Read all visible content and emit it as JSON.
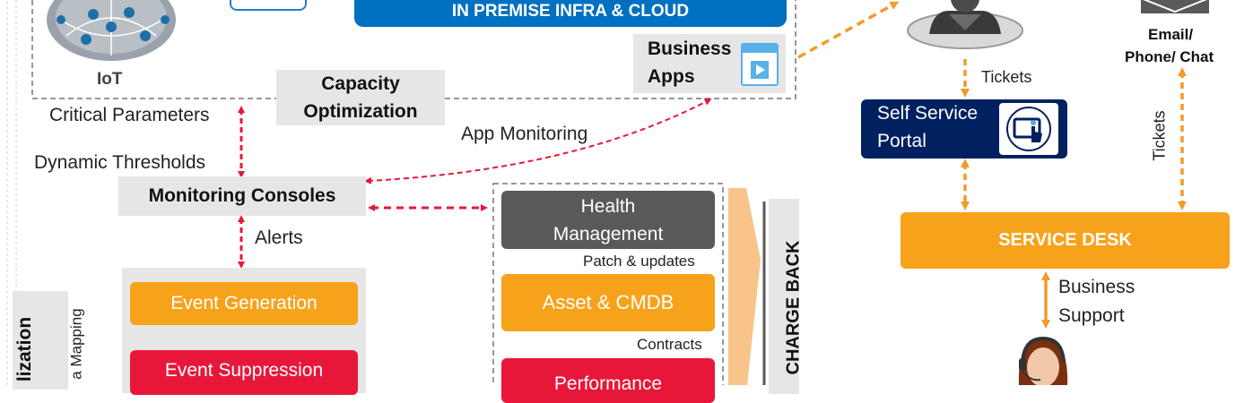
{
  "iot": {
    "label": "IoT"
  },
  "infra": {
    "banner": "IN PREMISE INFRA & CLOUD"
  },
  "business_apps": {
    "line1": "Business",
    "line2": "Apps"
  },
  "capacity": {
    "line1": "Capacity",
    "line2": "Optimization"
  },
  "labels": {
    "critical_parameters": "Critical Parameters",
    "dynamic_thresholds": "Dynamic Thresholds",
    "app_monitoring": "App Monitoring",
    "alerts": "Alerts",
    "patch_updates": "Patch & updates",
    "contracts": "Contracts",
    "tickets_top": "Tickets",
    "tickets_side": "Tickets",
    "business_support_1": "Business",
    "business_support_2": "Support",
    "email_1": "Email/",
    "email_2": "Phone/ Chat",
    "left_vertical": "lization",
    "left_vertical_2": "a Mapping"
  },
  "monitoring_consoles": {
    "label": "Monitoring Consoles"
  },
  "event_generation": {
    "label": "Event Generation"
  },
  "event_suppression": {
    "label": "Event Suppression"
  },
  "health": {
    "line1": "Health",
    "line2": "Management"
  },
  "asset": {
    "label": "Asset & CMDB"
  },
  "performance": {
    "label": "Performance"
  },
  "charge_back": {
    "label": "CHARGE BACK"
  },
  "self_service": {
    "line1": "Self Service",
    "line2": "Portal"
  },
  "service_desk": {
    "label": "SERVICE DESK"
  },
  "colors": {
    "orange": "#f7a21b",
    "red": "#e8173a",
    "dark_gray": "#595959",
    "blue": "#0070c0",
    "navy": "#002060",
    "dash_red": "#e8173a",
    "dash_orange": "#f29b28"
  }
}
